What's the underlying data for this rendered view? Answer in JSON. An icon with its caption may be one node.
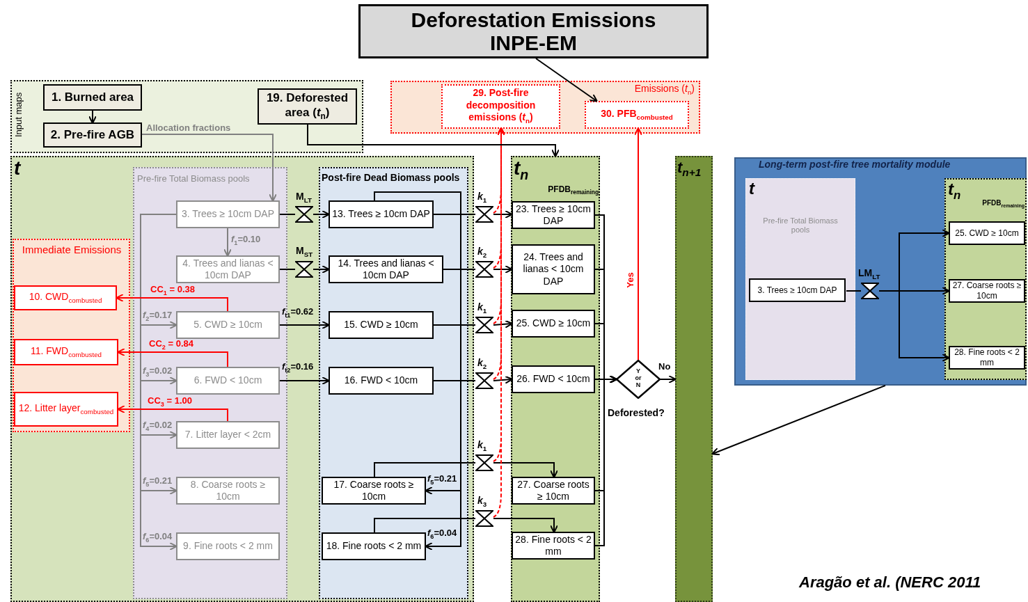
{
  "diagram": {
    "nodes": [
      {
        "text": [
          "Deforestation Emissions INPE-EM"
        ]
      },
      {
        "text": [
          "Input maps"
        ]
      },
      {
        "text": [
          "1. Burned area"
        ],
        "in": 1
      },
      {
        "text": [
          "2. Pre-fire AGB"
        ],
        "in": 1
      },
      {
        "text": [
          "19. Deforested area (*t*$_{n}$)"
        ],
        "in": 1
      },
      {
        "text": [
          "Emissions (*t*$_{n}$)"
        ]
      },
      {
        "text": [
          "29. Post-fire decomposition emissions (*t*$_{n}$)"
        ],
        "in": 5
      },
      {
        "text": [
          "30. PFB$_{combusted}$"
        ],
        "in": 5
      },
      {
        "text": [
          "t"
        ]
      },
      {
        "text": [
          "Immediate Emissions"
        ],
        "in": 8
      },
      {
        "text": [
          "10. CWD$_{combusted}$"
        ],
        "in": 9
      },
      {
        "text": [
          "11. FWD$_{combusted}$"
        ],
        "in": 9
      },
      {
        "text": [
          "12. Litter layer$_{combusted}$"
        ],
        "in": 9
      },
      {
        "text": [
          "Pre-fire Total Biomass pools"
        ],
        "in": 8
      },
      {
        "text": [
          "3. Trees ≥ 10cm DAP"
        ],
        "in": 13
      },
      {
        "text": [
          "4. Trees and lianas < 10cm DAP"
        ],
        "in": 13
      },
      {
        "text": [
          "5. CWD ≥ 10cm"
        ],
        "in": 13
      },
      {
        "text": [
          "6. FWD < 10cm"
        ],
        "in": 13
      },
      {
        "text": [
          "7. Litter layer < 2cm"
        ],
        "in": 13
      },
      {
        "text": [
          "8. Coarse roots ≥ 10cm"
        ],
        "in": 13
      },
      {
        "text": [
          "9. Fine roots < 2 mm"
        ],
        "in": 13
      },
      {
        "text": [
          "Post-fire Dead Biomass pools"
        ],
        "in": 8
      },
      {
        "text": [
          "13. Trees ≥ 10cm DAP"
        ],
        "in": 21
      },
      {
        "text": [
          "14. Trees and lianas < 10cm DAP"
        ],
        "in": 21
      },
      {
        "text": [
          "15. CWD ≥ 10cm"
        ],
        "in": 21
      },
      {
        "text": [
          "16. FWD < 10cm"
        ],
        "in": 21
      },
      {
        "text": [
          "17. Coarse roots ≥ 10cm"
        ],
        "in": 21
      },
      {
        "text": [
          "18. Fine roots < 2 mm"
        ],
        "in": 21
      },
      {
        "text": [],
        "shape": "valve",
        "beside": [
          "M$_{LT}$"
        ],
        "in": 8
      },
      {
        "text": [],
        "shape": "valve",
        "beside": [
          "M$_{ST}$"
        ],
        "in": 8
      },
      {
        "text": [],
        "shape": "valve",
        "beside": [
          "*k*$_{1}$"
        ]
      },
      {
        "text": [],
        "shape": "valve",
        "beside": [
          "*k*$_{2}$"
        ]
      },
      {
        "text": [],
        "shape": "valve",
        "beside": [
          "*k*$_{1}$"
        ]
      },
      {
        "text": [],
        "shape": "valve",
        "beside": [
          "*k*$_{2}$"
        ]
      },
      {
        "text": [],
        "shape": "valve",
        "beside": [
          "*k*$_{1}$"
        ]
      },
      {
        "text": [],
        "shape": "valve",
        "beside": [
          "*k*$_{3}$"
        ]
      },
      {
        "text": [
          "t$_{n}$",
          "PFDB$_{remaining}$"
        ]
      },
      {
        "text": [
          "23. Trees ≥ 10cm DAP"
        ],
        "in": 36
      },
      {
        "text": [
          "24. Trees and lianas < 10cm DAP"
        ],
        "in": 36
      },
      {
        "text": [
          "25. CWD ≥ 10cm"
        ],
        "in": 36
      },
      {
        "text": [
          "26. FWD < 10cm"
        ],
        "in": 36
      },
      {
        "text": [
          "27. Coarse roots ≥ 10cm"
        ],
        "in": 36
      },
      {
        "text": [
          "28. Fine roots < 2 mm"
        ],
        "in": 36
      },
      {
        "text": [
          "Y or N"
        ],
        "beside": [
          "Deforested?"
        ]
      },
      {
        "text": [
          "t$_{n+1}$"
        ]
      },
      {
        "text": [
          "Long-term post-fire tree mortality module"
        ]
      },
      {
        "text": [
          "t",
          "Pre-fire Total Biomass pools"
        ],
        "in": 45
      },
      {
        "text": [
          "3. Trees ≥ 10cm DAP"
        ],
        "in": 46
      },
      {
        "text": [],
        "shape": "valve",
        "beside": [
          "LM$_{LT}$"
        ],
        "in": 45
      },
      {
        "text": [
          "t$_{n}$",
          "PFDB$_{remaining}$"
        ],
        "in": 45
      },
      {
        "text": [
          "25. CWD ≥ 10cm"
        ],
        "in": 49
      },
      {
        "text": [
          "27. Coarse roots ≥ 10cm"
        ],
        "in": 49
      },
      {
        "text": [
          "28. Fine roots < 2 mm"
        ],
        "in": 49
      }
    ],
    "edges": [
      {
        "from": 2,
        "to": 3,
        "arrow": "to"
      },
      {
        "from": 3,
        "to": 14,
        "arrow": "to",
        "label": "Allocation fractions",
        "color": "#808080"
      },
      {
        "from": 14,
        "to": 15,
        "arrow": "to",
        "label": "*f*$_{1}$=0.10",
        "color": "#808080"
      },
      {
        "from": 14,
        "to": 16,
        "arrow": "to",
        "label": "*f*$_{2}$=0.17",
        "color": "#808080"
      },
      {
        "from": 14,
        "to": 17,
        "arrow": "to",
        "label": "*f*$_{3}$=0.02",
        "color": "#808080"
      },
      {
        "from": 14,
        "to": 18,
        "arrow": "to",
        "label": "*f*$_{4}$=0.02",
        "color": "#808080"
      },
      {
        "from": 14,
        "to": 19,
        "arrow": "to",
        "label": "*f*$_{5}$=0.21",
        "color": "#808080"
      },
      {
        "from": 14,
        "to": 20,
        "arrow": "to",
        "label": "*f*$_{6}$=0.04",
        "color": "#808080"
      },
      {
        "from": 16,
        "to": 10,
        "arrow": "to",
        "label": "CC$_{1}$ = 0.38",
        "color": "#ff0000"
      },
      {
        "from": 17,
        "to": 11,
        "arrow": "to",
        "label": "CC$_{2}$ = 0.84",
        "color": "#ff0000"
      },
      {
        "from": 18,
        "to": 12,
        "arrow": "to",
        "label": "CC$_{3}$ = 1.00",
        "color": "#ff0000"
      },
      {
        "from": 14,
        "to": 28,
        "arrow": "none"
      },
      {
        "from": 28,
        "to": 22,
        "arrow": "to"
      },
      {
        "from": 15,
        "to": 29,
        "arrow": "none"
      },
      {
        "from": 29,
        "to": 23,
        "arrow": "to"
      },
      {
        "from": 16,
        "to": 24,
        "arrow": "to",
        "label": "*f*$_{t1}$=0.62"
      },
      {
        "from": 17,
        "to": 25,
        "arrow": "to",
        "label": "*f*$_{t2}$=0.16"
      },
      {
        "from": 22,
        "to": 26,
        "arrow": "to",
        "label": "*f*$_{5}$=0.21"
      },
      {
        "from": 22,
        "to": 27,
        "arrow": "to",
        "label": "*f*$_{6}$=0.04"
      },
      {
        "from": 22,
        "to": 30,
        "arrow": "none"
      },
      {
        "from": 30,
        "to": 37,
        "arrow": "to"
      },
      {
        "from": 23,
        "to": 31,
        "arrow": "none"
      },
      {
        "from": 31,
        "to": 38,
        "arrow": "to"
      },
      {
        "from": 24,
        "to": 32,
        "arrow": "none"
      },
      {
        "from": 32,
        "to": 39,
        "arrow": "to"
      },
      {
        "from": 25,
        "to": 33,
        "arrow": "none"
      },
      {
        "from": 33,
        "to": 40,
        "arrow": "to"
      },
      {
        "from": 26,
        "to": 34,
        "arrow": "none"
      },
      {
        "from": 34,
        "to": 41,
        "arrow": "to"
      },
      {
        "from": 27,
        "to": 35,
        "arrow": "none"
      },
      {
        "from": 35,
        "to": 42,
        "arrow": "to"
      },
      {
        "from": 30,
        "to": 6,
        "arrow": "to",
        "style": "dashed",
        "color": "#ff0000"
      },
      {
        "from": 31,
        "to": 6,
        "arrow": "to",
        "style": "dashed",
        "color": "#ff0000"
      },
      {
        "from": 32,
        "to": 6,
        "arrow": "to",
        "style": "dashed",
        "color": "#ff0000"
      },
      {
        "from": 33,
        "to": 6,
        "arrow": "to",
        "style": "dashed",
        "color": "#ff0000"
      },
      {
        "from": 34,
        "to": 6,
        "arrow": "to",
        "style": "dashed",
        "color": "#ff0000"
      },
      {
        "from": 35,
        "to": 6,
        "arrow": "to",
        "style": "dashed",
        "color": "#ff0000"
      },
      {
        "from": 37,
        "to": 43,
        "arrow": "to"
      },
      {
        "from": 38,
        "to": 43,
        "arrow": "to"
      },
      {
        "from": 39,
        "to": 43,
        "arrow": "to"
      },
      {
        "from": 40,
        "to": 43,
        "arrow": "to"
      },
      {
        "from": 41,
        "to": 43,
        "arrow": "to"
      },
      {
        "from": 42,
        "to": 43,
        "arrow": "to"
      },
      {
        "from": 43,
        "to": 44,
        "arrow": "to",
        "label": "No"
      },
      {
        "from": 43,
        "to": 7,
        "arrow": "to",
        "label": "Yes",
        "color": "#ff0000"
      },
      {
        "from": 4,
        "to": 36,
        "arrow": "to"
      },
      {
        "from": 0,
        "to": 7,
        "arrow": "to"
      },
      {
        "from": 45,
        "to": 44,
        "arrow": "to"
      },
      {
        "from": 47,
        "to": 48,
        "arrow": "none"
      },
      {
        "from": 48,
        "to": 50,
        "arrow": "to"
      },
      {
        "from": 48,
        "to": 51,
        "arrow": "to"
      },
      {
        "from": 48,
        "to": 52,
        "arrow": "to"
      }
    ],
    "labels": [
      "Aragão et al. (NERC 2011"
    ]
  }
}
